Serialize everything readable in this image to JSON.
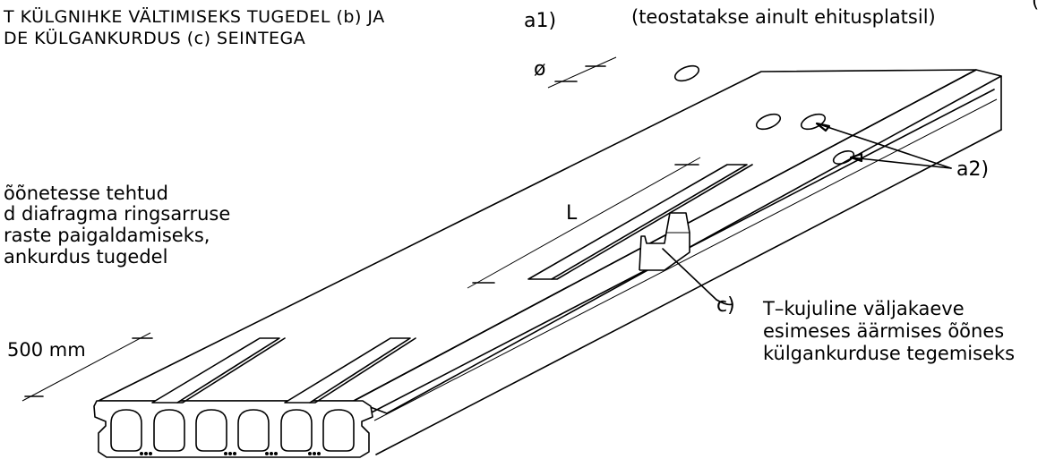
{
  "texts": {
    "top_left_line1": "T KÜLGNIHKE VÄLTIMISEKS TUGEDEL (b) JA",
    "top_left_line2": "DE KÜLGANKURDUS (c) SEINTEGA",
    "a1_label": "a1)",
    "top_center": "(teostatakse ainult ehitusplatsil)",
    "top_right_fragment": "(",
    "phi_symbol": "ø",
    "left_note": [
      "õõnetesse tehtud",
      "d diafragma ringsarruse",
      "raste paigaldamiseks,",
      "ankurdus tugedel"
    ],
    "l_label": "L",
    "dim_500": "500 mm",
    "a2_label": "a2)",
    "c_label": "c)",
    "c_note": [
      "T–kujuline väljakaeve",
      "esimeses äärmises õõnes",
      "külgankurduse tegemiseks"
    ]
  }
}
